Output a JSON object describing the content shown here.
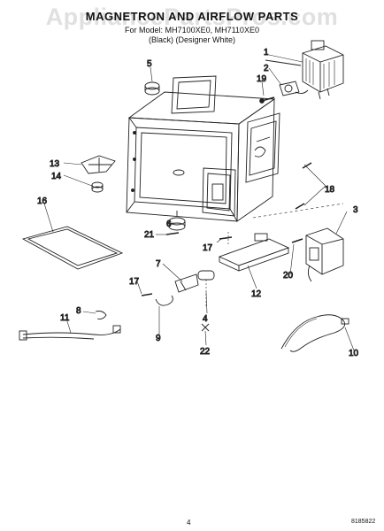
{
  "header": {
    "watermark": "AppliancePartsPros.com",
    "title": "MAGNETRON AND AIRFLOW PARTS",
    "models": "For Model: MH7100XE0, MH7110XE0",
    "colors": "(Black)    (Designer White)"
  },
  "callouts": {
    "c1": "1",
    "c2": "2",
    "c3": "3",
    "c4": "4",
    "c5": "5",
    "c6": "6",
    "c7": "7",
    "c8": "8",
    "c9": "9",
    "c10": "10",
    "c11": "11",
    "c12": "12",
    "c13": "13",
    "c14": "14",
    "c16": "16",
    "c17a": "17",
    "c17b": "17",
    "c18": "18",
    "c19": "19",
    "c20": "20",
    "c21": "21",
    "c22": "22"
  },
  "footer": {
    "page": "4",
    "code": "8185822"
  }
}
